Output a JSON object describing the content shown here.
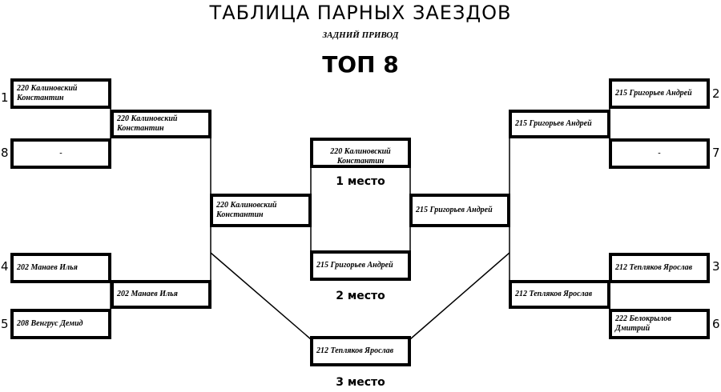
{
  "header": {
    "title": "ТАБЛИЦА  ПАРНЫХ  ЗАЕЗДОВ",
    "subtitle": "ЗАДНИЙ ПРИВОД",
    "stage": "ТОП 8"
  },
  "left": {
    "r1": [
      {
        "seed": "1",
        "name": "220 Калиновский Константин"
      },
      {
        "seed": "8",
        "name": "-"
      },
      {
        "seed": "4",
        "name": "202 Манаев Илья"
      },
      {
        "seed": "5",
        "name": "208 Венгрус Демид"
      }
    ],
    "r2": [
      {
        "name": "220 Калиновский Константин"
      },
      {
        "name": "202 Манаев Илья"
      }
    ],
    "semi": {
      "name": "220 Калиновский Константин"
    }
  },
  "right": {
    "r1": [
      {
        "seed": "2",
        "name": "215 Григорьев Андрей"
      },
      {
        "seed": "7",
        "name": "-"
      },
      {
        "seed": "3",
        "name": "212 Тепляков Ярослав"
      },
      {
        "seed": "6",
        "name": "222 Белокрылов Дмитрий"
      }
    ],
    "r2": [
      {
        "name": "215 Григорьев Андрей"
      },
      {
        "name": "212 Тепляков Ярослав"
      }
    ],
    "semi": {
      "name": "215 Григорьев Андрей"
    }
  },
  "final": {
    "first": {
      "name": "220 Калиновский Константин",
      "label": "1 место"
    },
    "second": {
      "name": "215 Григорьев Андрей",
      "label": "2 место"
    },
    "third": {
      "name": "212 Тепляков Ярослав",
      "label": "3 место"
    }
  }
}
